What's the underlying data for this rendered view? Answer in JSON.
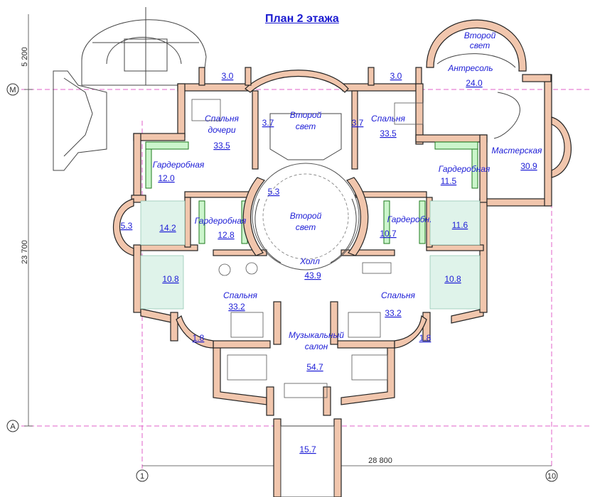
{
  "title": "План 2 этажа",
  "dims": {
    "top_left": "5 200",
    "left": "23 700",
    "bottom": "28 800"
  },
  "axes": {
    "m": "М",
    "a": "А",
    "one": "1",
    "ten": "10"
  },
  "rooms": {
    "second_light_tr": "Второй\nсвет",
    "antresol": "Антресоль",
    "antresol_area": "24.0",
    "balc_left": "3.0",
    "balc_right": "3.0",
    "daughter_bed": "Спальня\nдочери",
    "daughter_area": "33.5",
    "light_center": "Второй\nсвет",
    "light_top_left_dim": "3.7",
    "light_top_right_dim": "3.7",
    "bed_tr": "Спальня",
    "bed_tr_area": "33.5",
    "workshop": "Мастерская",
    "workshop_area": "30.9",
    "ward_left": "Гардеробная",
    "ward_left_area": "12.0",
    "ward_right": "Гардеробная",
    "ward_right_area": "11.5",
    "stair_area": "5.3",
    "light_hall": "Второй\nсвет",
    "bay_left_area": "5.3",
    "bath_left_area": "14.2",
    "ward_mid": "Гардеробная",
    "ward_mid_area": "12.8",
    "ward_mid_right": "Гардеробн.",
    "ward_mid_right_area": "10.7",
    "bath_right_area": "11.6",
    "hall": "Холл",
    "hall_area": "43.9",
    "bath_ll_area": "10.8",
    "bath_lr_area": "10.8",
    "bed_bl": "Спальня",
    "bed_bl_area": "33.2",
    "bed_br": "Спальня",
    "bed_br_area": "33.2",
    "balc_bl": "1.8",
    "balc_br": "1.8",
    "music": "Музыкальный\nсалон",
    "music_area": "54.7",
    "terrace_area": "15.7"
  }
}
